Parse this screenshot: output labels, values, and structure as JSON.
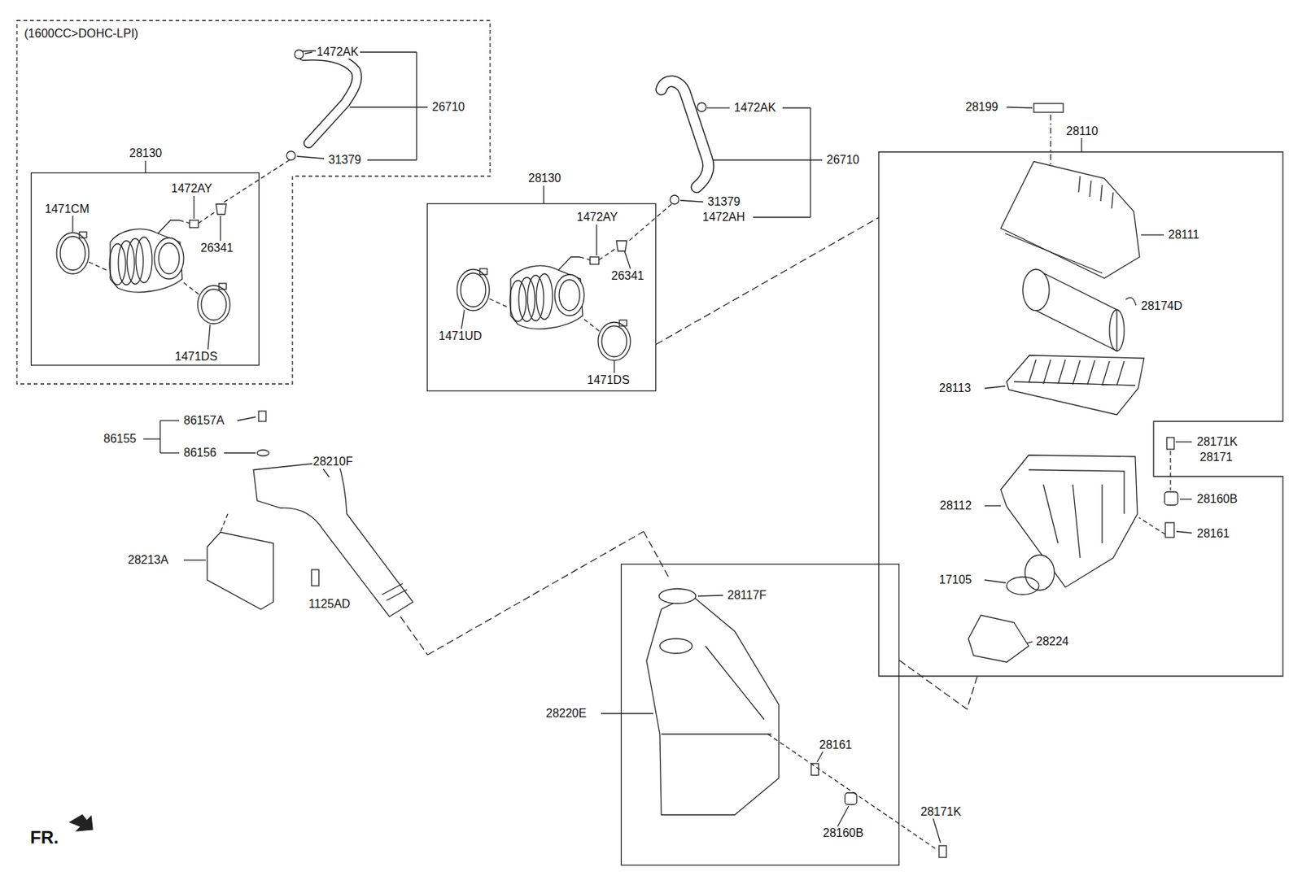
{
  "diagram": {
    "nodes": [
      {
        "text": [
          "(1600CC>DOHC-LPI)",
          "1472AK",
          "26710",
          "31379"
        ]
      },
      {
        "text": [
          "28130",
          "1471CM",
          "1472AY",
          "26341",
          "1471DS"
        ],
        "in": 0
      },
      {
        "text": [
          "28130",
          "1472AY",
          "26341",
          "1471UD",
          "1471DS"
        ]
      },
      {
        "text": [
          "28110",
          "28111",
          "28174D",
          "28113",
          "28112",
          "28160B",
          "28161",
          "17105",
          "28224"
        ]
      },
      {
        "text": [
          "28220E",
          "28117F",
          "28161",
          "28160B"
        ]
      }
    ],
    "edges": [
      {
        "from": 2,
        "to": 3,
        "arrow": "none"
      },
      {
        "from": 4,
        "to": 3,
        "arrow": "none"
      }
    ],
    "labels": [
      "1472AK",
      "28199",
      "26710",
      "31379",
      "1472AH",
      "86157A",
      "86155",
      "86156",
      "28210F",
      "28171K",
      "28171",
      "28213A",
      "1125AD",
      "28171K",
      "FR."
    ]
  }
}
